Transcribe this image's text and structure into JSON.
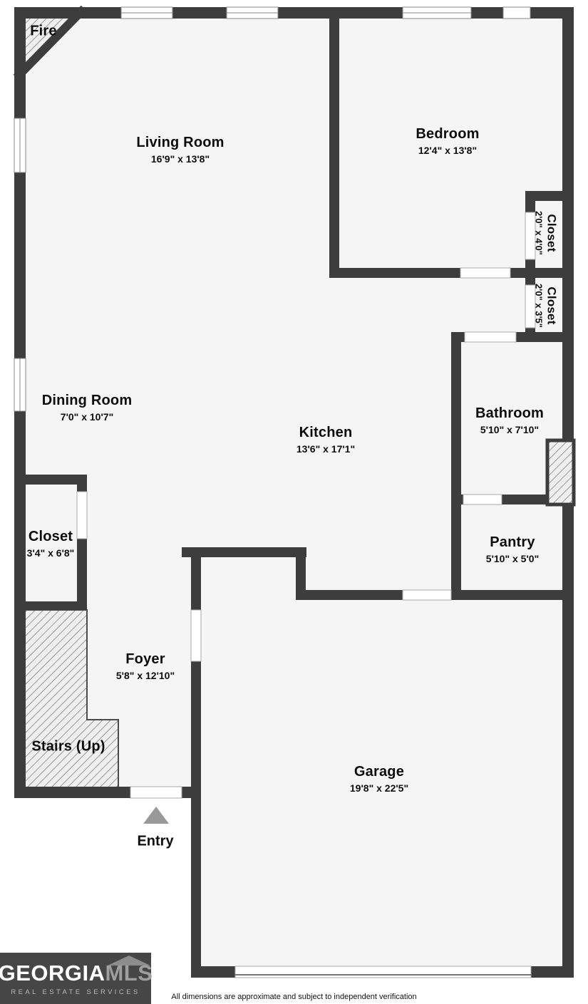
{
  "rooms": {
    "fire": {
      "name": "Fire"
    },
    "living": {
      "name": "Living Room",
      "dims": "16'9\" x 13'8\""
    },
    "bedroom": {
      "name": "Bedroom",
      "dims": "12'4\" x 13'8\""
    },
    "closet_top": {
      "name": "Closet",
      "dims": "2'0\" x 4'0\""
    },
    "closet_mid": {
      "name": "Closet",
      "dims": "2'0\" x 3'5\""
    },
    "dining": {
      "name": "Dining Room",
      "dims": "7'0\" x 10'7\""
    },
    "kitchen": {
      "name": "Kitchen",
      "dims": "13'6\" x 17'1\""
    },
    "bathroom": {
      "name": "Bathroom",
      "dims": "5'10\" x 7'10\""
    },
    "closet_left": {
      "name": "Closet",
      "dims": "3'4\" x 6'8\""
    },
    "pantry": {
      "name": "Pantry",
      "dims": "5'10\" x 5'0\""
    },
    "foyer": {
      "name": "Foyer",
      "dims": "5'8\" x 12'10\""
    },
    "stairs": {
      "name": "Stairs (Up)"
    },
    "garage": {
      "name": "Garage",
      "dims": "19'8\" x 22'5\""
    },
    "entry": {
      "name": "Entry"
    }
  },
  "branding": {
    "logo_primary": "GEORGIA",
    "logo_secondary": "MLS",
    "logo_tagline": "REAL ESTATE SERVICES"
  },
  "disclaimer": "All dimensions are approximate and subject to independent verification",
  "colors": {
    "wall": "#3d3d3d",
    "floor": "#f5f5f5",
    "logo_bg": "#464646",
    "arrow": "#999999"
  }
}
